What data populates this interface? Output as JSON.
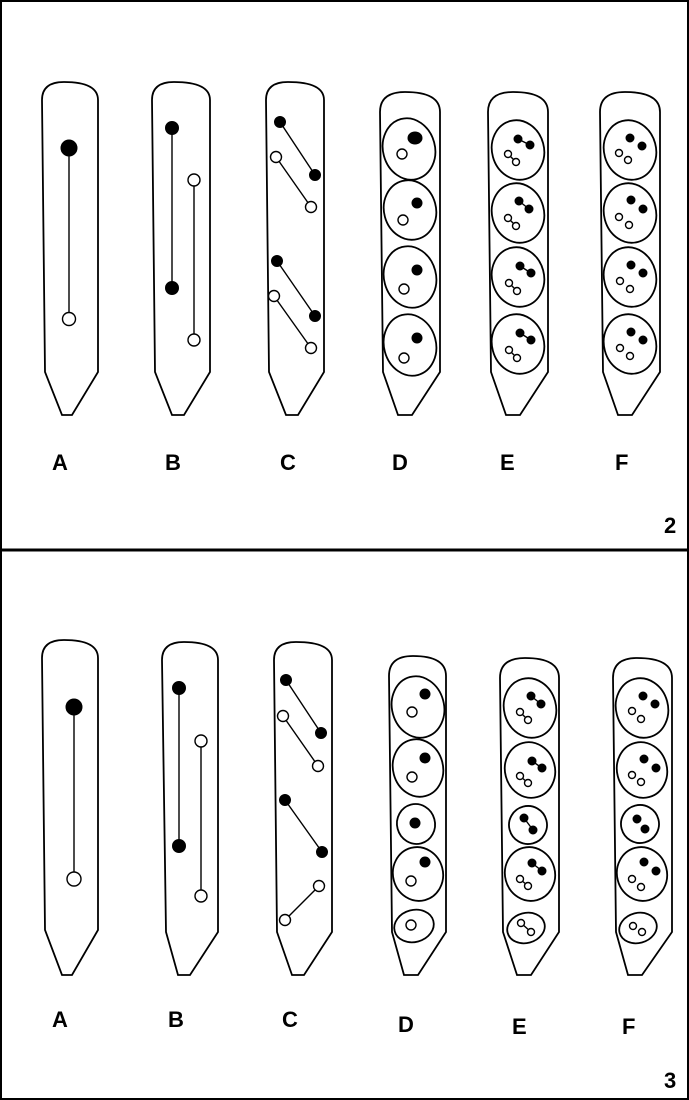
{
  "panels": [
    {
      "number": "2",
      "stage_labels": [
        "A",
        "B",
        "C",
        "D",
        "E",
        "F"
      ]
    },
    {
      "number": "3",
      "stage_labels": [
        "A",
        "B",
        "C",
        "D",
        "E",
        "F"
      ]
    }
  ],
  "colors": {
    "border": "#000000",
    "background": "#ffffff",
    "closed_nucleus": "#000000",
    "open_nucleus": "#ffffff"
  }
}
